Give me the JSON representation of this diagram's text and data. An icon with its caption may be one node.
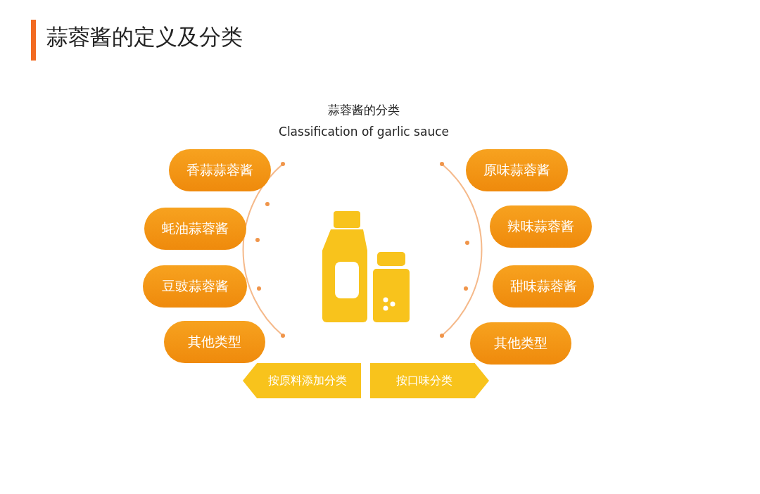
{
  "diagram": {
    "title": "蒜蓉酱的定义及分类",
    "nodes": [
      {
        "text": [
          "香蒜蒜蓉酱"
        ]
      },
      {
        "text": [
          "原味蒜蓉酱"
        ]
      },
      {
        "text": [
          "蚝油蒜蓉酱"
        ]
      },
      {
        "text": [
          "辣味蒜蓉酱"
        ]
      },
      {
        "text": [
          "豆豉蒜蓉酱"
        ]
      },
      {
        "text": [
          "甜味蒜蓉酱"
        ]
      },
      {
        "text": [
          "其他类型"
        ]
      },
      {
        "text": [
          "其他类型"
        ]
      },
      {
        "text": [
          "按原料添加分类"
        ]
      },
      {
        "text": [
          "按口味分类"
        ]
      }
    ],
    "labels": [
      "蒜蓉酱的分类",
      "Classification of garlic sauce"
    ]
  }
}
